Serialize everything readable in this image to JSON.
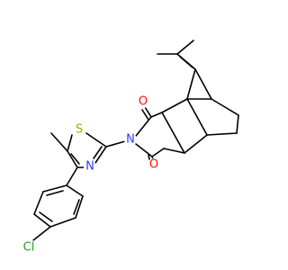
{
  "molecule": {
    "colors": {
      "bond": "#000000",
      "carbon": "#000000",
      "nitrogen": "#2b3cff",
      "oxygen": "#ff0d0d",
      "sulfur": "#b3a300",
      "chlorine": "#1fa31f"
    },
    "atom_labels": {
      "O_top": "O",
      "O_bottom": "O",
      "N_imide": "N",
      "S_thiazole": "S",
      "N_thiazole": "N",
      "Cl": "Cl"
    }
  }
}
